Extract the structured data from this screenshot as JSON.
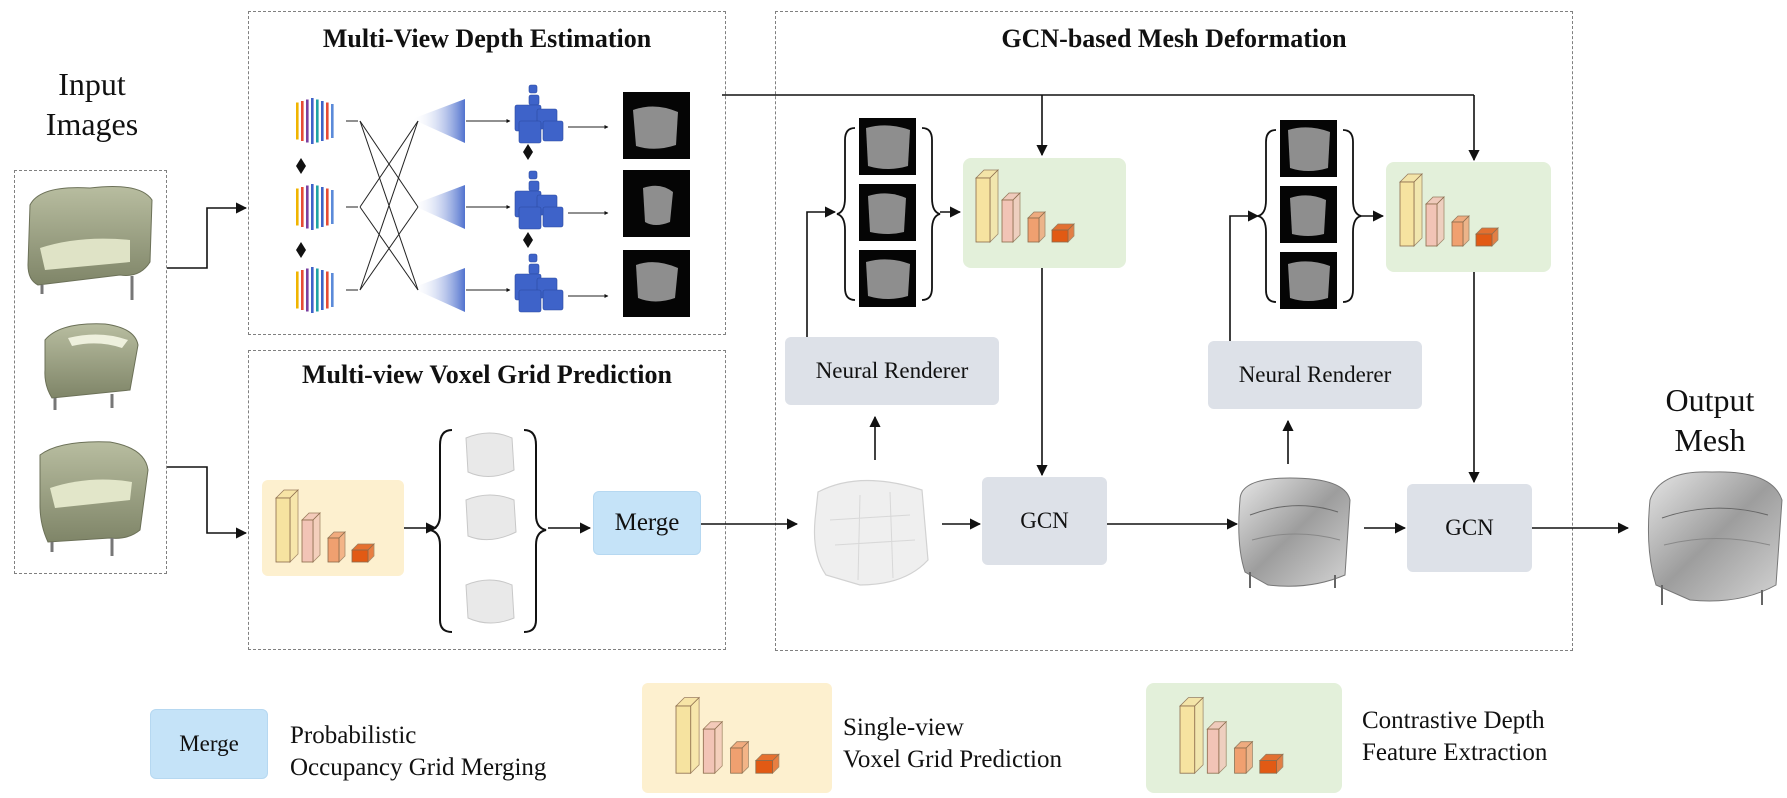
{
  "diagram": {
    "input_label_line1": "Input",
    "input_label_line2": "Images",
    "output_label_line1": "Output",
    "output_label_line2": "Mesh",
    "sections": {
      "depth_title": "Multi-View Depth Estimation",
      "voxel_title": "Multi-view Voxel Grid Prediction",
      "gcn_title": "GCN-based Mesh Deformation"
    },
    "nodes": {
      "merge_label": "Merge",
      "neural_renderer_1": "Neural Renderer",
      "neural_renderer_2": "Neural Renderer",
      "gcn_1": "GCN",
      "gcn_2": "GCN"
    }
  },
  "legend": {
    "merge_badge": "Merge",
    "merge_desc_line1": "Probabilistic",
    "merge_desc_line2": "Occupancy Grid Merging",
    "single_view_line1": "Single-view",
    "single_view_line2": "Voxel Grid Prediction",
    "contrastive_line1": "Contrastive Depth",
    "contrastive_line2": "Feature Extraction"
  },
  "colors": {
    "merge_fill": "#c5e3f8",
    "node_fill": "#dde1e8",
    "yellow_panel": "#fdf0cf",
    "green_panel": "#e3f0da",
    "block_yellow": "#f6e3a0",
    "block_pink": "#f2c4b6",
    "block_orange": "#f0a070",
    "block_red": "#e25a14",
    "depth_blue": "#3e63c9"
  }
}
